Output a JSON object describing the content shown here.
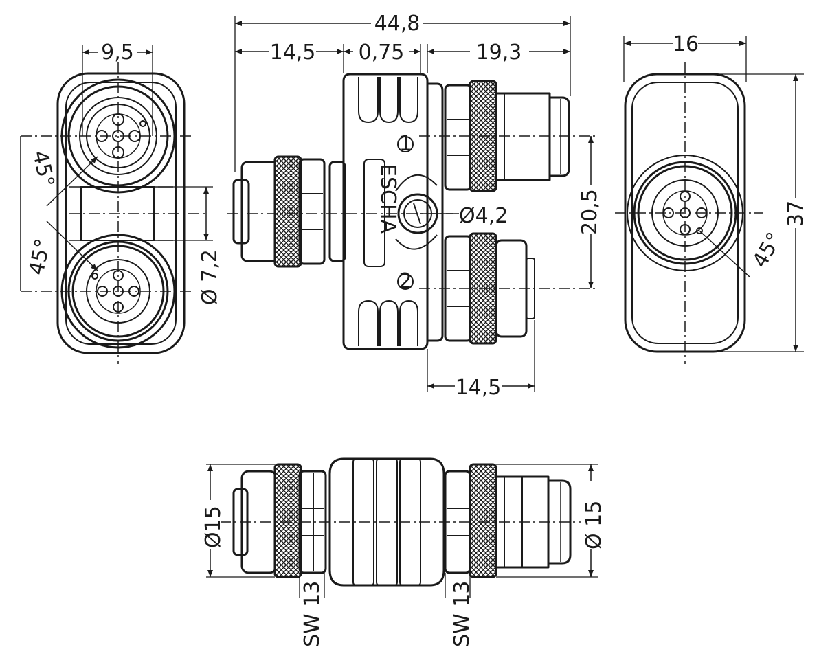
{
  "dimensions": {
    "top_width_left": "9,5",
    "overall_length": "44,8",
    "male_length": "14,5",
    "gap": "0,75",
    "female_length": "19,3",
    "right_width": "16",
    "left_angle_upper": "45°",
    "left_angle_lower": "45°",
    "center_diameter": "Ø 7,2",
    "hole_diameter": "Ø4,2",
    "pitch": "20,5",
    "right_height": "37",
    "right_angle": "45°",
    "bottom_female_length": "14,5",
    "bottom_left_diameter": "Ø15",
    "bottom_right_diameter": "Ø 15",
    "wrench_left": "SW 13",
    "wrench_right": "SW 13"
  },
  "markings": {
    "port_1": "1",
    "port_2": "2",
    "logo": "ESCHA"
  }
}
